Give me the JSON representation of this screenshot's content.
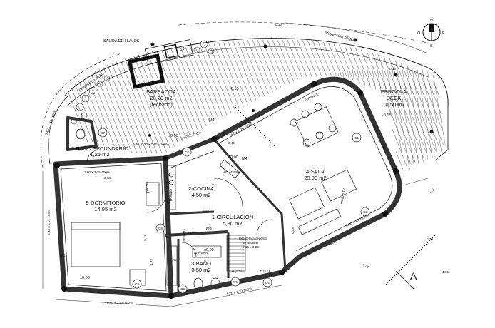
{
  "rooms": {
    "barbacoa": {
      "name": "BARBACOA",
      "area": "20,20 m2",
      "note": "(techado)"
    },
    "bano_secundario": {
      "name": "6-BAÑO SECUNDARIO",
      "area": "1,25 m2"
    },
    "dormitorio": {
      "name": "5-DORMITORIO",
      "area": "14,95 m2"
    },
    "cocina": {
      "name": "2-COCINA",
      "area": "4,50 m2"
    },
    "sala": {
      "name": "4-SALA",
      "area": "23,00 m2"
    },
    "circulacion": {
      "name": "1-CIRCULACION",
      "area": "5,90 m2"
    },
    "bano": {
      "name": "3-BAÑO",
      "area": "3,50 m2"
    },
    "pergola": {
      "name": "PERGOLA",
      "sub": "DECK",
      "area": "10,50 m2"
    }
  },
  "annotations": {
    "salida_humos": "SALIDA DE HUMOS",
    "proyeccion_pergola": "proyeccion pérgola",
    "proyeccion_techo": "proyeccion techo",
    "escalera": "Escalera a depósito",
    "escalera_detail": "10 alzadas",
    "escalera_size": "0,15 x 0,25"
  },
  "levels": {
    "l1": "-0,15",
    "l2": "±0,00",
    "l3": "-0,15",
    "l4": "±0,00",
    "l5": "±0,00",
    "l6": "±0,00",
    "l7": "±0,00",
    "l8": "-0,15"
  },
  "dims": {
    "d1": "0,30 x 0,85 - 100%",
    "d2": "0,75 x 2,05-100%",
    "d3": "1,80 x 2,05-100%",
    "d4": "1,80 x 2,05-100%",
    "d5": "3,60",
    "d6": "1,74",
    "d7": "2,10",
    "d8": "1,95",
    "d9": "1,72",
    "d10": "0,15",
    "d11": "0,85",
    "d12": "4,78",
    "d13": "0,30",
    "d14": "4,05",
    "d15": "0,40 x 1,45-100%",
    "d16": "0,80 x 1,60-100%",
    "d17": "0,40 x 1,10-100%",
    "d18": "1,20 x 1,10-100%",
    "d19": "0,45 x 1,45-100%",
    "d20": "0,30",
    "d21": "0,10",
    "d22": "6,10",
    "d23": "0,15",
    "d24": "0,45"
  },
  "markers": {
    "m1": "M1",
    "m2": "M2",
    "m3": "M3",
    "m4": "M4",
    "c1": "C1",
    "c2": "C2",
    "c3": "C3",
    "c4": "C4",
    "c5": "C5",
    "c6": "C6",
    "c7": "C7",
    "c8": "C8",
    "c9": "C9"
  },
  "compass": {
    "n": "N",
    "s": "S",
    "e": "E",
    "o": "O"
  },
  "section_mark": "A",
  "fixtures": {
    "horno": "HORNO",
    "heladera": "HELADERA",
    "mesada": "MESADA",
    "ducha": "DUCHA",
    "bañera": "BAÑERA",
    "placard": "placard",
    "estante": "ESTANTE",
    "mueble": "mueble TV"
  }
}
